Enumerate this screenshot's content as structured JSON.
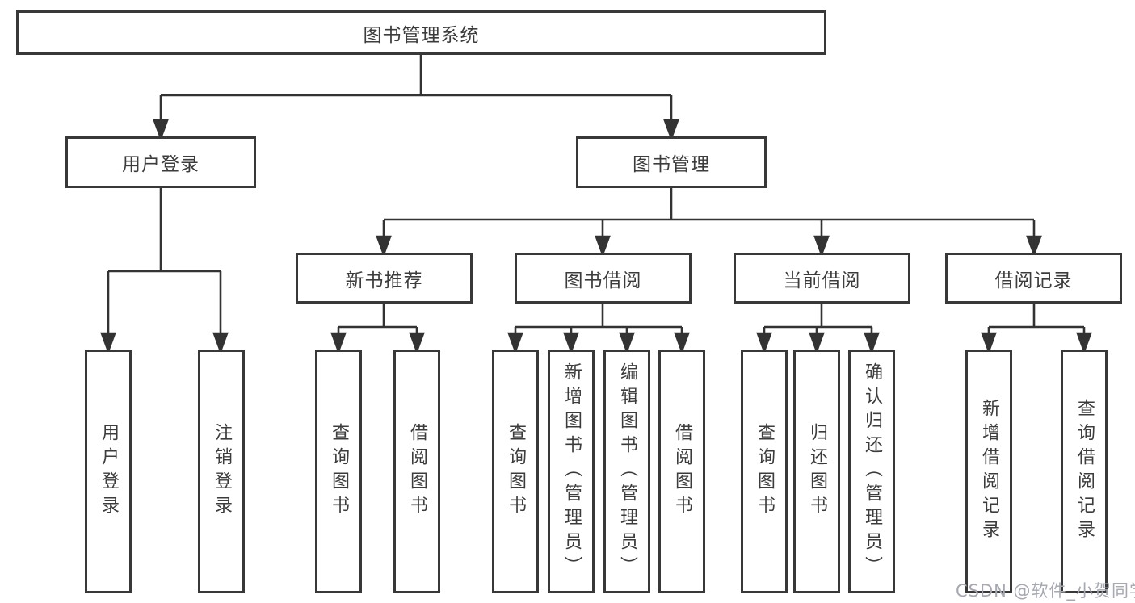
{
  "tree": {
    "label": "图书管理系统",
    "children": [
      {
        "label": "用户登录",
        "children": [
          {
            "label": "用户登录"
          },
          {
            "label": "注销登录"
          }
        ]
      },
      {
        "label": "图书管理",
        "children": [
          {
            "label": "新书推荐",
            "children": [
              {
                "label": "查询图书"
              },
              {
                "label": "借阅图书"
              }
            ]
          },
          {
            "label": "图书借阅",
            "children": [
              {
                "label": "查询图书"
              },
              {
                "label": "新增图书（管理员）"
              },
              {
                "label": "编辑图书（管理员）"
              },
              {
                "label": "借阅图书"
              }
            ]
          },
          {
            "label": "当前借阅",
            "children": [
              {
                "label": "查询图书"
              },
              {
                "label": "归还图书"
              },
              {
                "label": "确认归还（管理员）"
              }
            ]
          },
          {
            "label": "借阅记录",
            "children": [
              {
                "label": "新增借阅记录"
              },
              {
                "label": "查询借阅记录"
              }
            ]
          }
        ]
      }
    ]
  },
  "watermark": "CSDN @软件_小贺同学",
  "colors": {
    "box_border": "#383838",
    "connector_line": "#333333",
    "text": "#3c3c3c",
    "watermark": "#a6a8b2",
    "background": "#ffffff"
  }
}
